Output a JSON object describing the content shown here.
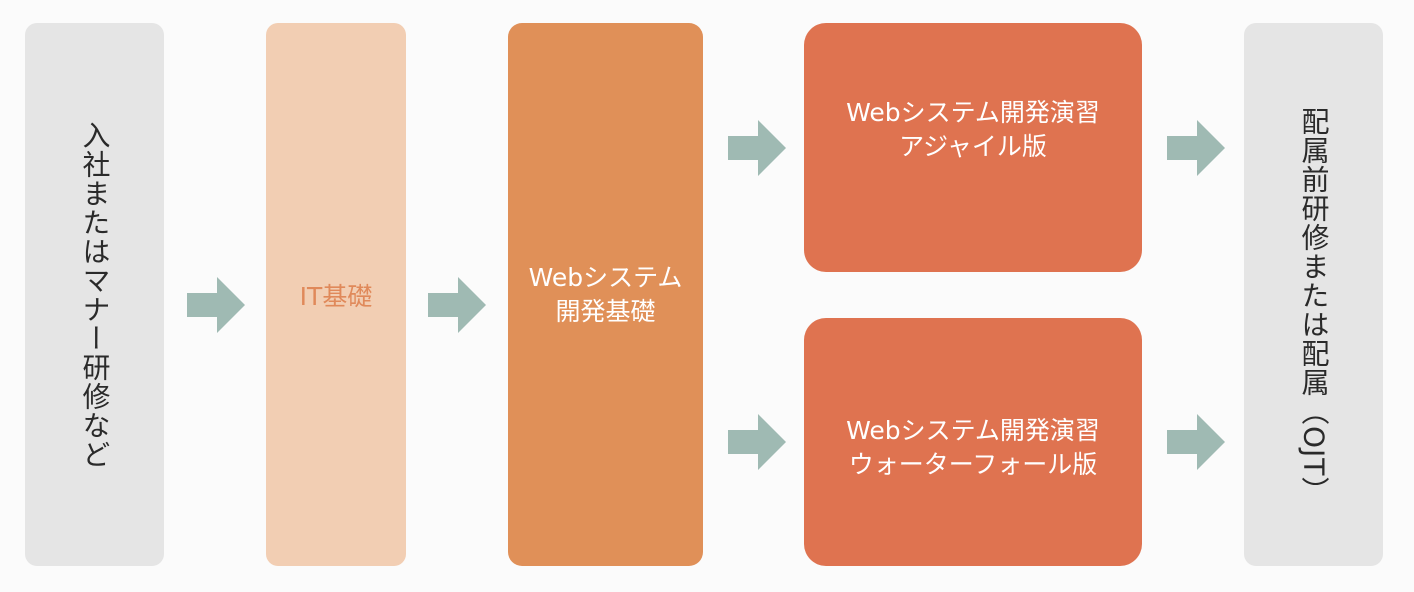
{
  "stages": {
    "start": {
      "main": "入社またはマナー研修など"
    },
    "it": {
      "label": "IT基礎"
    },
    "web_basics": {
      "line1": "Webシステム",
      "line2": "開発基礎"
    },
    "agile": {
      "line1": "Webシステム開発演習",
      "line2": "アジャイル版"
    },
    "waterfall": {
      "line1": "Webシステム開発演習",
      "line2": "ウォーターフォール版"
    },
    "end": {
      "main": "配属前研修または配属",
      "paren": "（OJT）"
    }
  },
  "colors": {
    "start_bg": "#e5e5e5",
    "it_bg": "#f2ceb3",
    "it_text": "#e0895a",
    "web_basics_bg": "#e09058",
    "exercise_bg": "#df7350",
    "end_bg": "#e5e5e5",
    "arrow": "#9fbab3"
  },
  "arrows": [
    "arrow-right-icon",
    "arrow-right-icon",
    "arrow-right-icon",
    "arrow-right-icon",
    "arrow-right-icon",
    "arrow-right-icon"
  ]
}
